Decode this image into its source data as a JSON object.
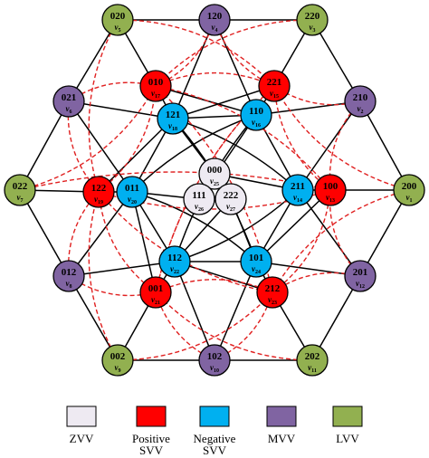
{
  "colors": {
    "ZVV": "#eeeaf2",
    "PSVV": "#ff0000",
    "NSVV": "#00b0f0",
    "MVV": "#8064a2",
    "LVV": "#92b050",
    "solid_edge": "#000000",
    "dashed_edge": "#e02020"
  },
  "nodes": [
    {
      "id": "020",
      "label": "020",
      "sub": "5",
      "type": "LVV"
    },
    {
      "id": "120",
      "label": "120",
      "sub": "4",
      "type": "MVV"
    },
    {
      "id": "220",
      "label": "220",
      "sub": "3",
      "type": "LVV"
    },
    {
      "id": "021",
      "label": "021",
      "sub": "6",
      "type": "MVV"
    },
    {
      "id": "210",
      "label": "210",
      "sub": "2",
      "type": "MVV"
    },
    {
      "id": "022",
      "label": "022",
      "sub": "7",
      "type": "LVV"
    },
    {
      "id": "200",
      "label": "200",
      "sub": "1",
      "type": "LVV"
    },
    {
      "id": "012",
      "label": "012",
      "sub": "8",
      "type": "MVV"
    },
    {
      "id": "201",
      "label": "201",
      "sub": "12",
      "type": "MVV"
    },
    {
      "id": "002",
      "label": "002",
      "sub": "9",
      "type": "LVV"
    },
    {
      "id": "102",
      "label": "102",
      "sub": "10",
      "type": "MVV"
    },
    {
      "id": "202",
      "label": "202",
      "sub": "11",
      "type": "LVV"
    },
    {
      "id": "010",
      "label": "010",
      "sub": "17",
      "type": "PSVV"
    },
    {
      "id": "221",
      "label": "221",
      "sub": "15",
      "type": "PSVV"
    },
    {
      "id": "121",
      "label": "121",
      "sub": "18",
      "type": "NSVV"
    },
    {
      "id": "110",
      "label": "110",
      "sub": "16",
      "type": "NSVV"
    },
    {
      "id": "122",
      "label": "122",
      "sub": "19",
      "type": "PSVV"
    },
    {
      "id": "011",
      "label": "011",
      "sub": "20",
      "type": "NSVV"
    },
    {
      "id": "211",
      "label": "211",
      "sub": "14",
      "type": "NSVV"
    },
    {
      "id": "100",
      "label": "100",
      "sub": "13",
      "type": "PSVV"
    },
    {
      "id": "000",
      "label": "000",
      "sub": "25",
      "type": "ZVV"
    },
    {
      "id": "111",
      "label": "111",
      "sub": "26",
      "type": "ZVV"
    },
    {
      "id": "222",
      "label": "222",
      "sub": "27",
      "type": "ZVV"
    },
    {
      "id": "112",
      "label": "112",
      "sub": "22",
      "type": "NSVV"
    },
    {
      "id": "101",
      "label": "101",
      "sub": "24",
      "type": "NSVV"
    },
    {
      "id": "001",
      "label": "001",
      "sub": "21",
      "type": "PSVV"
    },
    {
      "id": "212",
      "label": "212",
      "sub": "23",
      "type": "PSVV"
    }
  ],
  "solid_edges": [
    [
      "020",
      "120"
    ],
    [
      "120",
      "220"
    ],
    [
      "220",
      "210"
    ],
    [
      "210",
      "200"
    ],
    [
      "200",
      "201"
    ],
    [
      "201",
      "202"
    ],
    [
      "202",
      "102"
    ],
    [
      "102",
      "002"
    ],
    [
      "002",
      "012"
    ],
    [
      "012",
      "022"
    ],
    [
      "022",
      "021"
    ],
    [
      "021",
      "020"
    ],
    [
      "020",
      "010"
    ],
    [
      "220",
      "221"
    ],
    [
      "200",
      "100"
    ],
    [
      "202",
      "212"
    ],
    [
      "002",
      "001"
    ],
    [
      "022",
      "122"
    ],
    [
      "021",
      "121"
    ],
    [
      "210",
      "110"
    ],
    [
      "201",
      "101"
    ],
    [
      "102",
      "112"
    ],
    [
      "012",
      "011"
    ],
    [
      "120",
      "121"
    ],
    [
      "120",
      "110"
    ],
    [
      "210",
      "211"
    ],
    [
      "201",
      "211"
    ],
    [
      "102",
      "101"
    ],
    [
      "012",
      "112"
    ],
    [
      "021",
      "011"
    ],
    [
      "121",
      "110"
    ],
    [
      "121",
      "011"
    ],
    [
      "011",
      "112"
    ],
    [
      "112",
      "101"
    ],
    [
      "101",
      "211"
    ],
    [
      "211",
      "110"
    ],
    [
      "121",
      "211"
    ],
    [
      "110",
      "011"
    ],
    [
      "011",
      "101"
    ],
    [
      "112",
      "211"
    ],
    [
      "121",
      "101"
    ],
    [
      "110",
      "112"
    ],
    [
      "010",
      "110"
    ],
    [
      "221",
      "121"
    ],
    [
      "100",
      "101"
    ],
    [
      "212",
      "112"
    ],
    [
      "001",
      "011"
    ],
    [
      "122",
      "121"
    ],
    [
      "100",
      "211"
    ],
    [
      "001",
      "112"
    ],
    [
      "122",
      "011"
    ],
    [
      "221",
      "110"
    ],
    [
      "212",
      "101"
    ],
    [
      "010",
      "121"
    ],
    [
      "000",
      "211"
    ],
    [
      "000",
      "121"
    ],
    [
      "111",
      "011"
    ],
    [
      "111",
      "110"
    ],
    [
      "222",
      "112"
    ],
    [
      "222",
      "101"
    ]
  ],
  "dashed_edges": [
    [
      "010",
      "221"
    ],
    [
      "221",
      "100"
    ],
    [
      "100",
      "212"
    ],
    [
      "212",
      "001"
    ],
    [
      "001",
      "122"
    ],
    [
      "122",
      "010"
    ],
    [
      "010",
      "100"
    ],
    [
      "221",
      "001"
    ],
    [
      "100",
      "122"
    ],
    [
      "212",
      "010"
    ],
    [
      "001",
      "221"
    ],
    [
      "122",
      "212"
    ],
    [
      "020",
      "221"
    ],
    [
      "220",
      "010"
    ],
    [
      "120",
      "010"
    ],
    [
      "120",
      "221"
    ],
    [
      "210",
      "221"
    ],
    [
      "210",
      "100"
    ],
    [
      "200",
      "221"
    ],
    [
      "200",
      "212"
    ],
    [
      "201",
      "100"
    ],
    [
      "201",
      "212"
    ],
    [
      "202",
      "001"
    ],
    [
      "102",
      "212"
    ],
    [
      "102",
      "001"
    ],
    [
      "002",
      "212"
    ],
    [
      "002",
      "122"
    ],
    [
      "012",
      "001"
    ],
    [
      "012",
      "122"
    ],
    [
      "022",
      "010"
    ],
    [
      "022",
      "100"
    ],
    [
      "021",
      "122"
    ],
    [
      "021",
      "010"
    ],
    [
      "020",
      "122"
    ]
  ],
  "legend": [
    {
      "type": "ZVV",
      "label_lines": [
        "ZVV"
      ]
    },
    {
      "type": "PSVV",
      "label_lines": [
        "Positive",
        "SVV"
      ]
    },
    {
      "type": "NSVV",
      "label_lines": [
        "Negative",
        "SVV"
      ]
    },
    {
      "type": "MVV",
      "label_lines": [
        "MVV"
      ]
    },
    {
      "type": "LVV",
      "label_lines": [
        "LVV"
      ]
    }
  ]
}
